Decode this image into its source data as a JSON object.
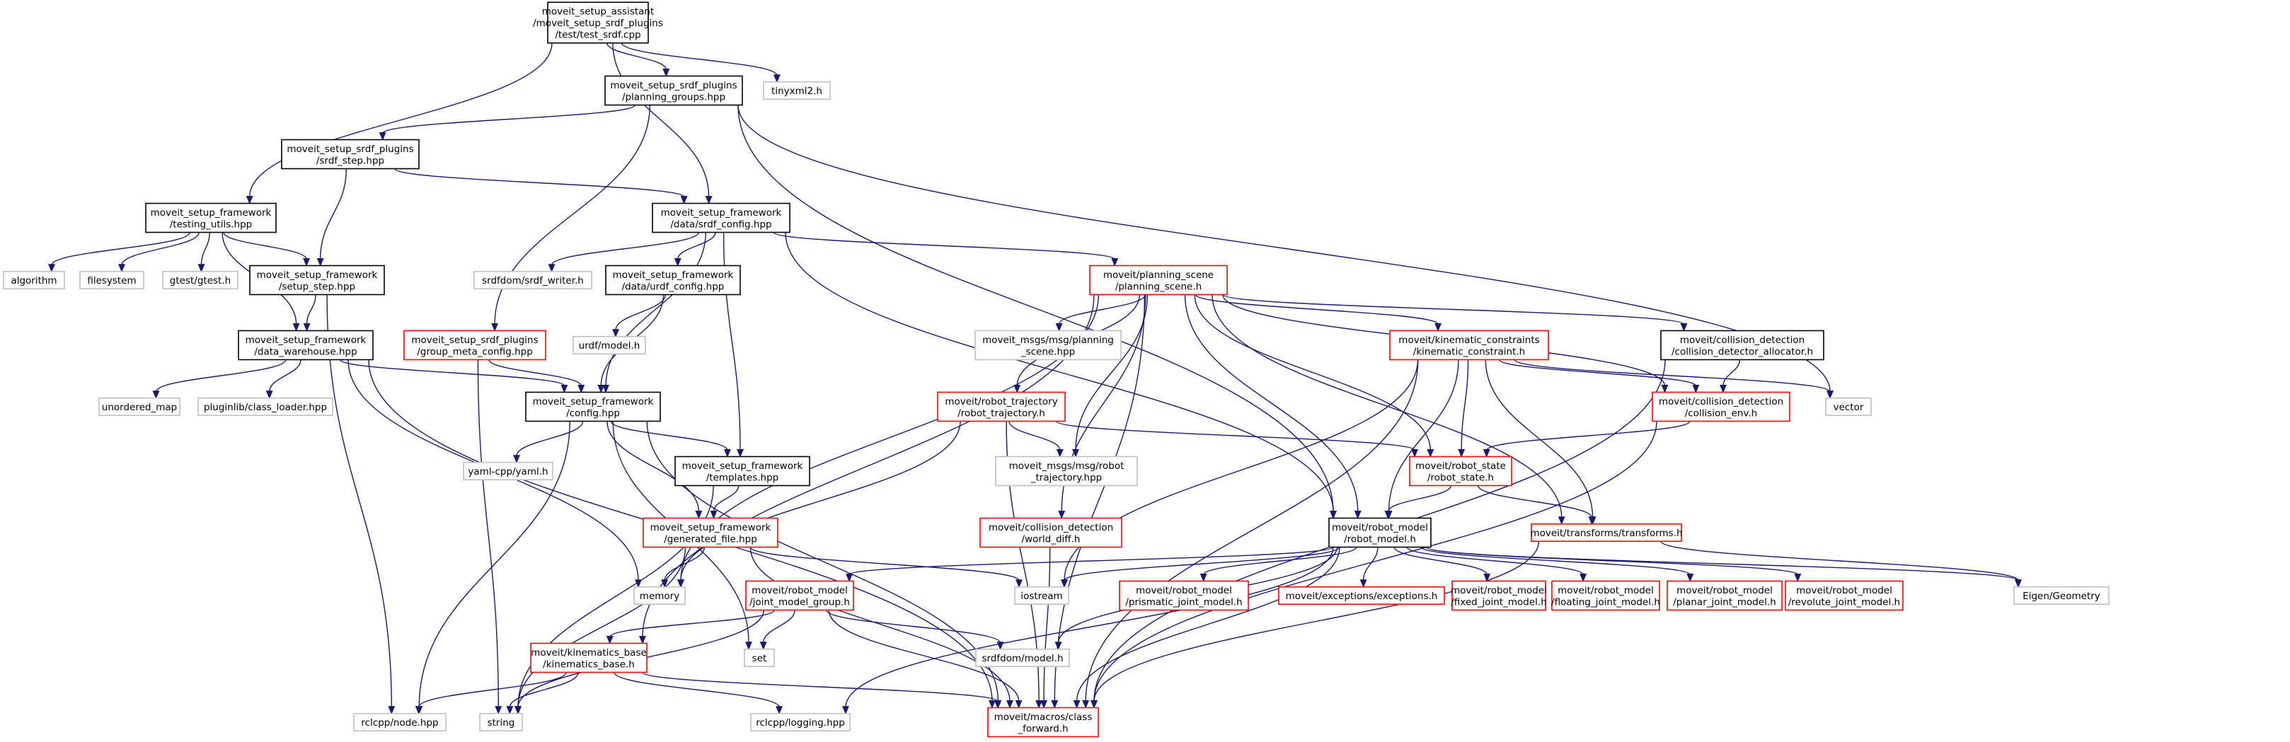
{
  "colors": {
    "edge": "#191970",
    "border_default": "#000000",
    "border_external": "#bfbfbf",
    "border_missing": "#ff0000",
    "root_fill": "#bfbfbf"
  },
  "nodes": [
    {
      "id": "root",
      "lines": [
        "moveit_setup_assistant",
        "/moveit_setup_srdf_plugins",
        "/test/test_srdf.cpp"
      ],
      "style": "root"
    },
    {
      "id": "planning_groups",
      "lines": [
        "moveit_setup_srdf_plugins",
        "/planning_groups.hpp"
      ],
      "style": "default"
    },
    {
      "id": "tinyxml2",
      "lines": [
        "tinyxml2.h"
      ],
      "style": "external"
    },
    {
      "id": "srdf_step",
      "lines": [
        "moveit_setup_srdf_plugins",
        "/srdf_step.hpp"
      ],
      "style": "default"
    },
    {
      "id": "testing_utils",
      "lines": [
        "moveit_setup_framework",
        "/testing_utils.hpp"
      ],
      "style": "default"
    },
    {
      "id": "srdf_config",
      "lines": [
        "moveit_setup_framework",
        "/data/srdf_config.hpp"
      ],
      "style": "default"
    },
    {
      "id": "algorithm",
      "lines": [
        "algorithm"
      ],
      "style": "external"
    },
    {
      "id": "filesystem",
      "lines": [
        "filesystem"
      ],
      "style": "external"
    },
    {
      "id": "gtest",
      "lines": [
        "gtest/gtest.h"
      ],
      "style": "external"
    },
    {
      "id": "setup_step",
      "lines": [
        "moveit_setup_framework",
        "/setup_step.hpp"
      ],
      "style": "default"
    },
    {
      "id": "srdf_writer",
      "lines": [
        "srdfdom/srdf_writer.h"
      ],
      "style": "external"
    },
    {
      "id": "urdf_config",
      "lines": [
        "moveit_setup_framework",
        "/data/urdf_config.hpp"
      ],
      "style": "default"
    },
    {
      "id": "planning_scene",
      "lines": [
        "moveit/planning_scene",
        "/planning_scene.h"
      ],
      "style": "missing"
    },
    {
      "id": "data_warehouse",
      "lines": [
        "moveit_setup_framework",
        "/data_warehouse.hpp"
      ],
      "style": "default"
    },
    {
      "id": "group_meta_config",
      "lines": [
        "moveit_setup_srdf_plugins",
        "/group_meta_config.hpp"
      ],
      "style": "missing"
    },
    {
      "id": "urdf_model",
      "lines": [
        "urdf/model.h"
      ],
      "style": "external"
    },
    {
      "id": "planning_scene_msg",
      "lines": [
        "moveit_msgs/msg/planning",
        "_scene.hpp"
      ],
      "style": "external"
    },
    {
      "id": "kinematic_constraint",
      "lines": [
        "moveit/kinematic_constraints",
        "/kinematic_constraint.h"
      ],
      "style": "missing"
    },
    {
      "id": "collision_detector_allocator",
      "lines": [
        "moveit/collision_detection",
        "/collision_detector_allocator.h"
      ],
      "style": "default"
    },
    {
      "id": "unordered_map",
      "lines": [
        "unordered_map"
      ],
      "style": "external"
    },
    {
      "id": "class_loader",
      "lines": [
        "pluginlib/class_loader.hpp"
      ],
      "style": "external"
    },
    {
      "id": "config",
      "lines": [
        "moveit_setup_framework",
        "/config.hpp"
      ],
      "style": "default"
    },
    {
      "id": "robot_trajectory",
      "lines": [
        "moveit/robot_trajectory",
        "/robot_trajectory.h"
      ],
      "style": "missing"
    },
    {
      "id": "collision_env",
      "lines": [
        "moveit/collision_detection",
        "/collision_env.h"
      ],
      "style": "missing"
    },
    {
      "id": "vector",
      "lines": [
        "vector"
      ],
      "style": "external"
    },
    {
      "id": "yaml",
      "lines": [
        "yaml-cpp/yaml.h"
      ],
      "style": "external"
    },
    {
      "id": "robot_trajectory_msg",
      "lines": [
        "moveit_msgs/msg/robot",
        "_trajectory.hpp"
      ],
      "style": "external"
    },
    {
      "id": "robot_state",
      "lines": [
        "moveit/robot_state",
        "/robot_state.h"
      ],
      "style": "missing"
    },
    {
      "id": "templates",
      "lines": [
        "moveit_setup_framework",
        "/templates.hpp"
      ],
      "style": "default"
    },
    {
      "id": "world_diff",
      "lines": [
        "moveit/collision_detection",
        "/world_diff.h"
      ],
      "style": "missing"
    },
    {
      "id": "robot_model",
      "lines": [
        "moveit/robot_model",
        "/robot_model.h"
      ],
      "style": "default"
    },
    {
      "id": "transforms",
      "lines": [
        "moveit/transforms/transforms.h"
      ],
      "style": "missing"
    },
    {
      "id": "generated_file",
      "lines": [
        "moveit_setup_framework",
        "/generated_file.hpp"
      ],
      "style": "missing"
    },
    {
      "id": "memory",
      "lines": [
        "memory"
      ],
      "style": "external"
    },
    {
      "id": "joint_model_group",
      "lines": [
        "moveit/robot_model",
        "/joint_model_group.h"
      ],
      "style": "missing"
    },
    {
      "id": "iostream",
      "lines": [
        "iostream"
      ],
      "style": "external"
    },
    {
      "id": "prismatic",
      "lines": [
        "moveit/robot_model",
        "/prismatic_joint_model.h"
      ],
      "style": "missing"
    },
    {
      "id": "exceptions",
      "lines": [
        "moveit/exceptions/exceptions.h"
      ],
      "style": "missing"
    },
    {
      "id": "fixed",
      "lines": [
        "moveit/robot_model",
        "/fixed_joint_model.h"
      ],
      "style": "missing"
    },
    {
      "id": "floating",
      "lines": [
        "moveit/robot_model",
        "/floating_joint_model.h"
      ],
      "style": "missing"
    },
    {
      "id": "planar",
      "lines": [
        "moveit/robot_model",
        "/planar_joint_model.h"
      ],
      "style": "missing"
    },
    {
      "id": "revolute",
      "lines": [
        "moveit/robot_model",
        "/revolute_joint_model.h"
      ],
      "style": "missing"
    },
    {
      "id": "eigen",
      "lines": [
        "Eigen/Geometry"
      ],
      "style": "external"
    },
    {
      "id": "set",
      "lines": [
        "set"
      ],
      "style": "external"
    },
    {
      "id": "srdf_model",
      "lines": [
        "srdfdom/model.h"
      ],
      "style": "external"
    },
    {
      "id": "kinematics_base",
      "lines": [
        "moveit/kinematics_base",
        "/kinematics_base.h"
      ],
      "style": "missing"
    },
    {
      "id": "rclcpp_node",
      "lines": [
        "rclcpp/node.hpp"
      ],
      "style": "external"
    },
    {
      "id": "string",
      "lines": [
        "string"
      ],
      "style": "external"
    },
    {
      "id": "rclcpp_logging",
      "lines": [
        "rclcpp/logging.hpp"
      ],
      "style": "external"
    },
    {
      "id": "class_forward",
      "lines": [
        "moveit/macros/class",
        "_forward.h"
      ],
      "style": "missing"
    }
  ],
  "edges": [
    [
      "root",
      "planning_groups"
    ],
    [
      "root",
      "tinyxml2"
    ],
    [
      "root",
      "testing_utils"
    ],
    [
      "root",
      "srdf_config"
    ],
    [
      "planning_groups",
      "srdf_step"
    ],
    [
      "planning_groups",
      "group_meta_config"
    ],
    [
      "planning_groups",
      "robot_model"
    ],
    [
      "planning_groups",
      "vector"
    ],
    [
      "srdf_step",
      "setup_step"
    ],
    [
      "srdf_step",
      "srdf_config"
    ],
    [
      "testing_utils",
      "algorithm"
    ],
    [
      "testing_utils",
      "filesystem"
    ],
    [
      "testing_utils",
      "gtest"
    ],
    [
      "testing_utils",
      "setup_step"
    ],
    [
      "testing_utils",
      "data_warehouse"
    ],
    [
      "srdf_config",
      "srdf_writer"
    ],
    [
      "srdf_config",
      "urdf_config"
    ],
    [
      "srdf_config",
      "planning_scene"
    ],
    [
      "srdf_config",
      "config"
    ],
    [
      "srdf_config",
      "templates"
    ],
    [
      "srdf_config",
      "robot_model"
    ],
    [
      "setup_step",
      "data_warehouse"
    ],
    [
      "setup_step",
      "rclcpp_node"
    ],
    [
      "urdf_config",
      "urdf_model"
    ],
    [
      "urdf_config",
      "config"
    ],
    [
      "data_warehouse",
      "unordered_map"
    ],
    [
      "data_warehouse",
      "class_loader"
    ],
    [
      "data_warehouse",
      "config"
    ],
    [
      "data_warehouse",
      "memory"
    ],
    [
      "data_warehouse",
      "class_forward"
    ],
    [
      "group_meta_config",
      "config"
    ],
    [
      "group_meta_config",
      "string"
    ],
    [
      "planning_scene",
      "planning_scene_msg"
    ],
    [
      "planning_scene",
      "kinematic_constraint"
    ],
    [
      "planning_scene",
      "collision_detector_allocator"
    ],
    [
      "planning_scene",
      "robot_trajectory"
    ],
    [
      "planning_scene",
      "robot_trajectory_msg"
    ],
    [
      "planning_scene",
      "world_diff"
    ],
    [
      "planning_scene",
      "robot_model"
    ],
    [
      "planning_scene",
      "robot_state"
    ],
    [
      "planning_scene",
      "transforms"
    ],
    [
      "planning_scene",
      "collision_env"
    ],
    [
      "planning_scene",
      "memory"
    ],
    [
      "planning_scene",
      "kinematics_base"
    ],
    [
      "planning_scene",
      "class_forward"
    ],
    [
      "kinematic_constraint",
      "collision_env"
    ],
    [
      "kinematic_constraint",
      "robot_state"
    ],
    [
      "kinematic_constraint",
      "robot_model"
    ],
    [
      "kinematic_constraint",
      "transforms"
    ],
    [
      "kinematic_constraint",
      "iostream"
    ],
    [
      "kinematic_constraint",
      "vector"
    ],
    [
      "kinematic_constraint",
      "class_forward"
    ],
    [
      "collision_detector_allocator",
      "collision_env"
    ],
    [
      "collision_detector_allocator",
      "class_forward"
    ],
    [
      "config",
      "yaml"
    ],
    [
      "config",
      "templates"
    ],
    [
      "config",
      "generated_file"
    ],
    [
      "config",
      "rclcpp_node"
    ],
    [
      "config",
      "set"
    ],
    [
      "config",
      "class_forward"
    ],
    [
      "robot_trajectory",
      "robot_trajectory_msg"
    ],
    [
      "robot_trajectory",
      "robot_state"
    ],
    [
      "robot_trajectory",
      "memory"
    ],
    [
      "robot_trajectory",
      "class_forward"
    ],
    [
      "collision_env",
      "robot_state"
    ],
    [
      "collision_env",
      "class_forward"
    ],
    [
      "robot_state",
      "robot_model"
    ],
    [
      "robot_state",
      "transforms"
    ],
    [
      "templates",
      "generated_file"
    ],
    [
      "templates",
      "string"
    ],
    [
      "world_diff",
      "class_forward"
    ],
    [
      "robot_model",
      "joint_model_group"
    ],
    [
      "robot_model",
      "iostream"
    ],
    [
      "robot_model",
      "prismatic"
    ],
    [
      "robot_model",
      "exceptions"
    ],
    [
      "robot_model",
      "fixed"
    ],
    [
      "robot_model",
      "floating"
    ],
    [
      "robot_model",
      "planar"
    ],
    [
      "robot_model",
      "revolute"
    ],
    [
      "robot_model",
      "eigen"
    ],
    [
      "robot_model",
      "srdf_model"
    ],
    [
      "robot_model",
      "class_forward"
    ],
    [
      "robot_model",
      "rclcpp_logging"
    ],
    [
      "transforms",
      "eigen"
    ],
    [
      "transforms",
      "class_forward"
    ],
    [
      "generated_file",
      "memory"
    ],
    [
      "generated_file",
      "iostream"
    ],
    [
      "generated_file",
      "string"
    ],
    [
      "generated_file",
      "class_forward"
    ],
    [
      "joint_model_group",
      "kinematics_base"
    ],
    [
      "joint_model_group",
      "set"
    ],
    [
      "joint_model_group",
      "srdf_model"
    ],
    [
      "joint_model_group",
      "string"
    ],
    [
      "joint_model_group",
      "class_forward"
    ],
    [
      "kinematics_base",
      "rclcpp_node"
    ],
    [
      "kinematics_base",
      "string"
    ],
    [
      "kinematics_base",
      "rclcpp_logging"
    ],
    [
      "kinematics_base",
      "class_forward"
    ]
  ]
}
